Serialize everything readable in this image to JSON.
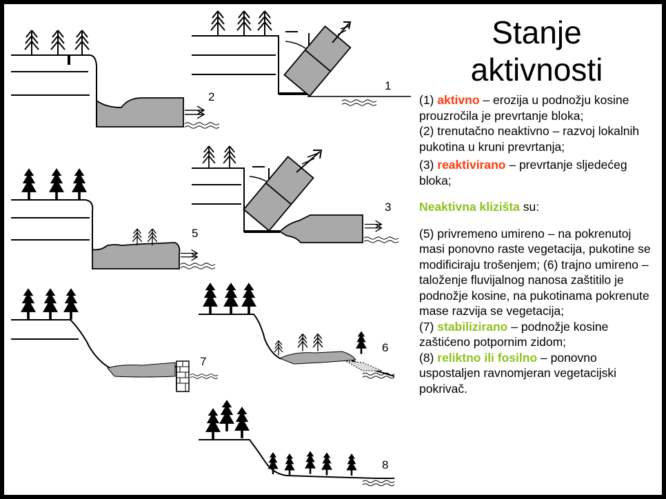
{
  "title_line1": "Stanje",
  "title_line2": "aktivnosti",
  "items": {
    "i1_num": "(1)",
    "i1_term": "aktivno",
    "i1_rest": " – erozija u podnožju kosine prouzročila je prevrtanje bloka;",
    "i2_text": "(2) trenutačno neaktivno – razvoj lokalnih pukotina u kruni prevrtanja;",
    "i3_num": "(3)",
    "i3_term": "reaktivirano",
    "i3_rest": " – prevrtanje sljedećeg bloka;",
    "inactive_head": "Neaktivna klizišta",
    "inactive_su": " su:",
    "i5_text": " (5) privremeno umireno – na pokrenutoj masi ponovno raste vegetacija, pukotine se modificiraju trošenjem; (6) trajno umireno – taloženje fluvijalnog nanosa zaštitilo je podnožje kosine, na pukotinama pokrenute mase razvija se vegetacija;",
    "i7_num": "(7)",
    "i7_term": "stabilizirano",
    "i7_rest": " – podnožje kosine zaštićeno potpornim zidom;",
    "i8_num": "(8)",
    "i8_term": "reliktno ili fosilno",
    "i8_rest": " – ponovno uspostaljen ravnomjeran vegetacijski pokrivač."
  },
  "panel_numbers": {
    "p1": "1",
    "p2": "2",
    "p3": "3",
    "p5": "5",
    "p6": "6",
    "p7": "7",
    "p8": "8"
  },
  "colors": {
    "red_term": "#ff3b10",
    "green_term": "#8dc21f",
    "mass_fill": "#a9a9a9"
  },
  "icons": {
    "tree": "conifer-tree-icon",
    "arrow": "movement-arrow-icon",
    "water": "water-waves-icon"
  }
}
